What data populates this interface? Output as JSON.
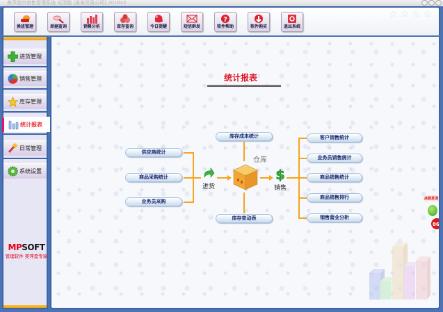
{
  "window": {
    "title": "美萍超市销售管理系统 试用版 [某某贸易公司] 2016v2"
  },
  "toolbar": {
    "buttons": [
      {
        "label": "换班管理",
        "icon": "shift-icon"
      },
      {
        "label": "单据查询",
        "icon": "magnifier-icon"
      },
      {
        "label": "销售分析",
        "icon": "bar-chart-icon"
      },
      {
        "label": "库存查询",
        "icon": "stock-icon"
      },
      {
        "label": "今日提醒",
        "icon": "reminder-icon"
      },
      {
        "label": "短信群发",
        "icon": "envelope-icon"
      },
      {
        "label": "软件帮助",
        "icon": "help-icon"
      },
      {
        "label": "软件购买",
        "icon": "purchase-icon"
      },
      {
        "label": "退出系统",
        "icon": "exit-icon"
      }
    ]
  },
  "sidebar": {
    "items": [
      {
        "label": "进货管理",
        "icon": "plus-icon"
      },
      {
        "label": "销售管理",
        "icon": "pie-icon"
      },
      {
        "label": "库存管理",
        "icon": "star-icon"
      },
      {
        "label": "统计报表",
        "icon": "bars-icon",
        "active": true
      },
      {
        "label": "日常管理",
        "icon": "tools-icon"
      },
      {
        "label": "系统设置",
        "icon": "gear-icon"
      }
    ],
    "brand": {
      "logo_mp": "MP",
      "logo_soft": "SOFT",
      "slogan": "管理软件 美萍是专家"
    }
  },
  "main": {
    "title": "统计报表",
    "purchase": {
      "label": "进货",
      "items": [
        "供应商统计",
        "商品采购统计",
        "业务员采购"
      ]
    },
    "warehouse": {
      "label": "仓库",
      "top_item": "库存成本统计",
      "bottom_item": "库存变动表"
    },
    "sales": {
      "label": "销售",
      "items": [
        "客户销售统计",
        "业务员销售统计",
        "商品销售统计",
        "商品销售排行",
        "销售营业分析"
      ]
    },
    "mascot": {
      "bubble": "点我发消",
      "badge": "86"
    }
  },
  "colors": {
    "frame": "#3c64a8",
    "accent_orange": "#f4a51c",
    "title_red": "#d91a2a",
    "active_marker": "#d81a6e"
  }
}
